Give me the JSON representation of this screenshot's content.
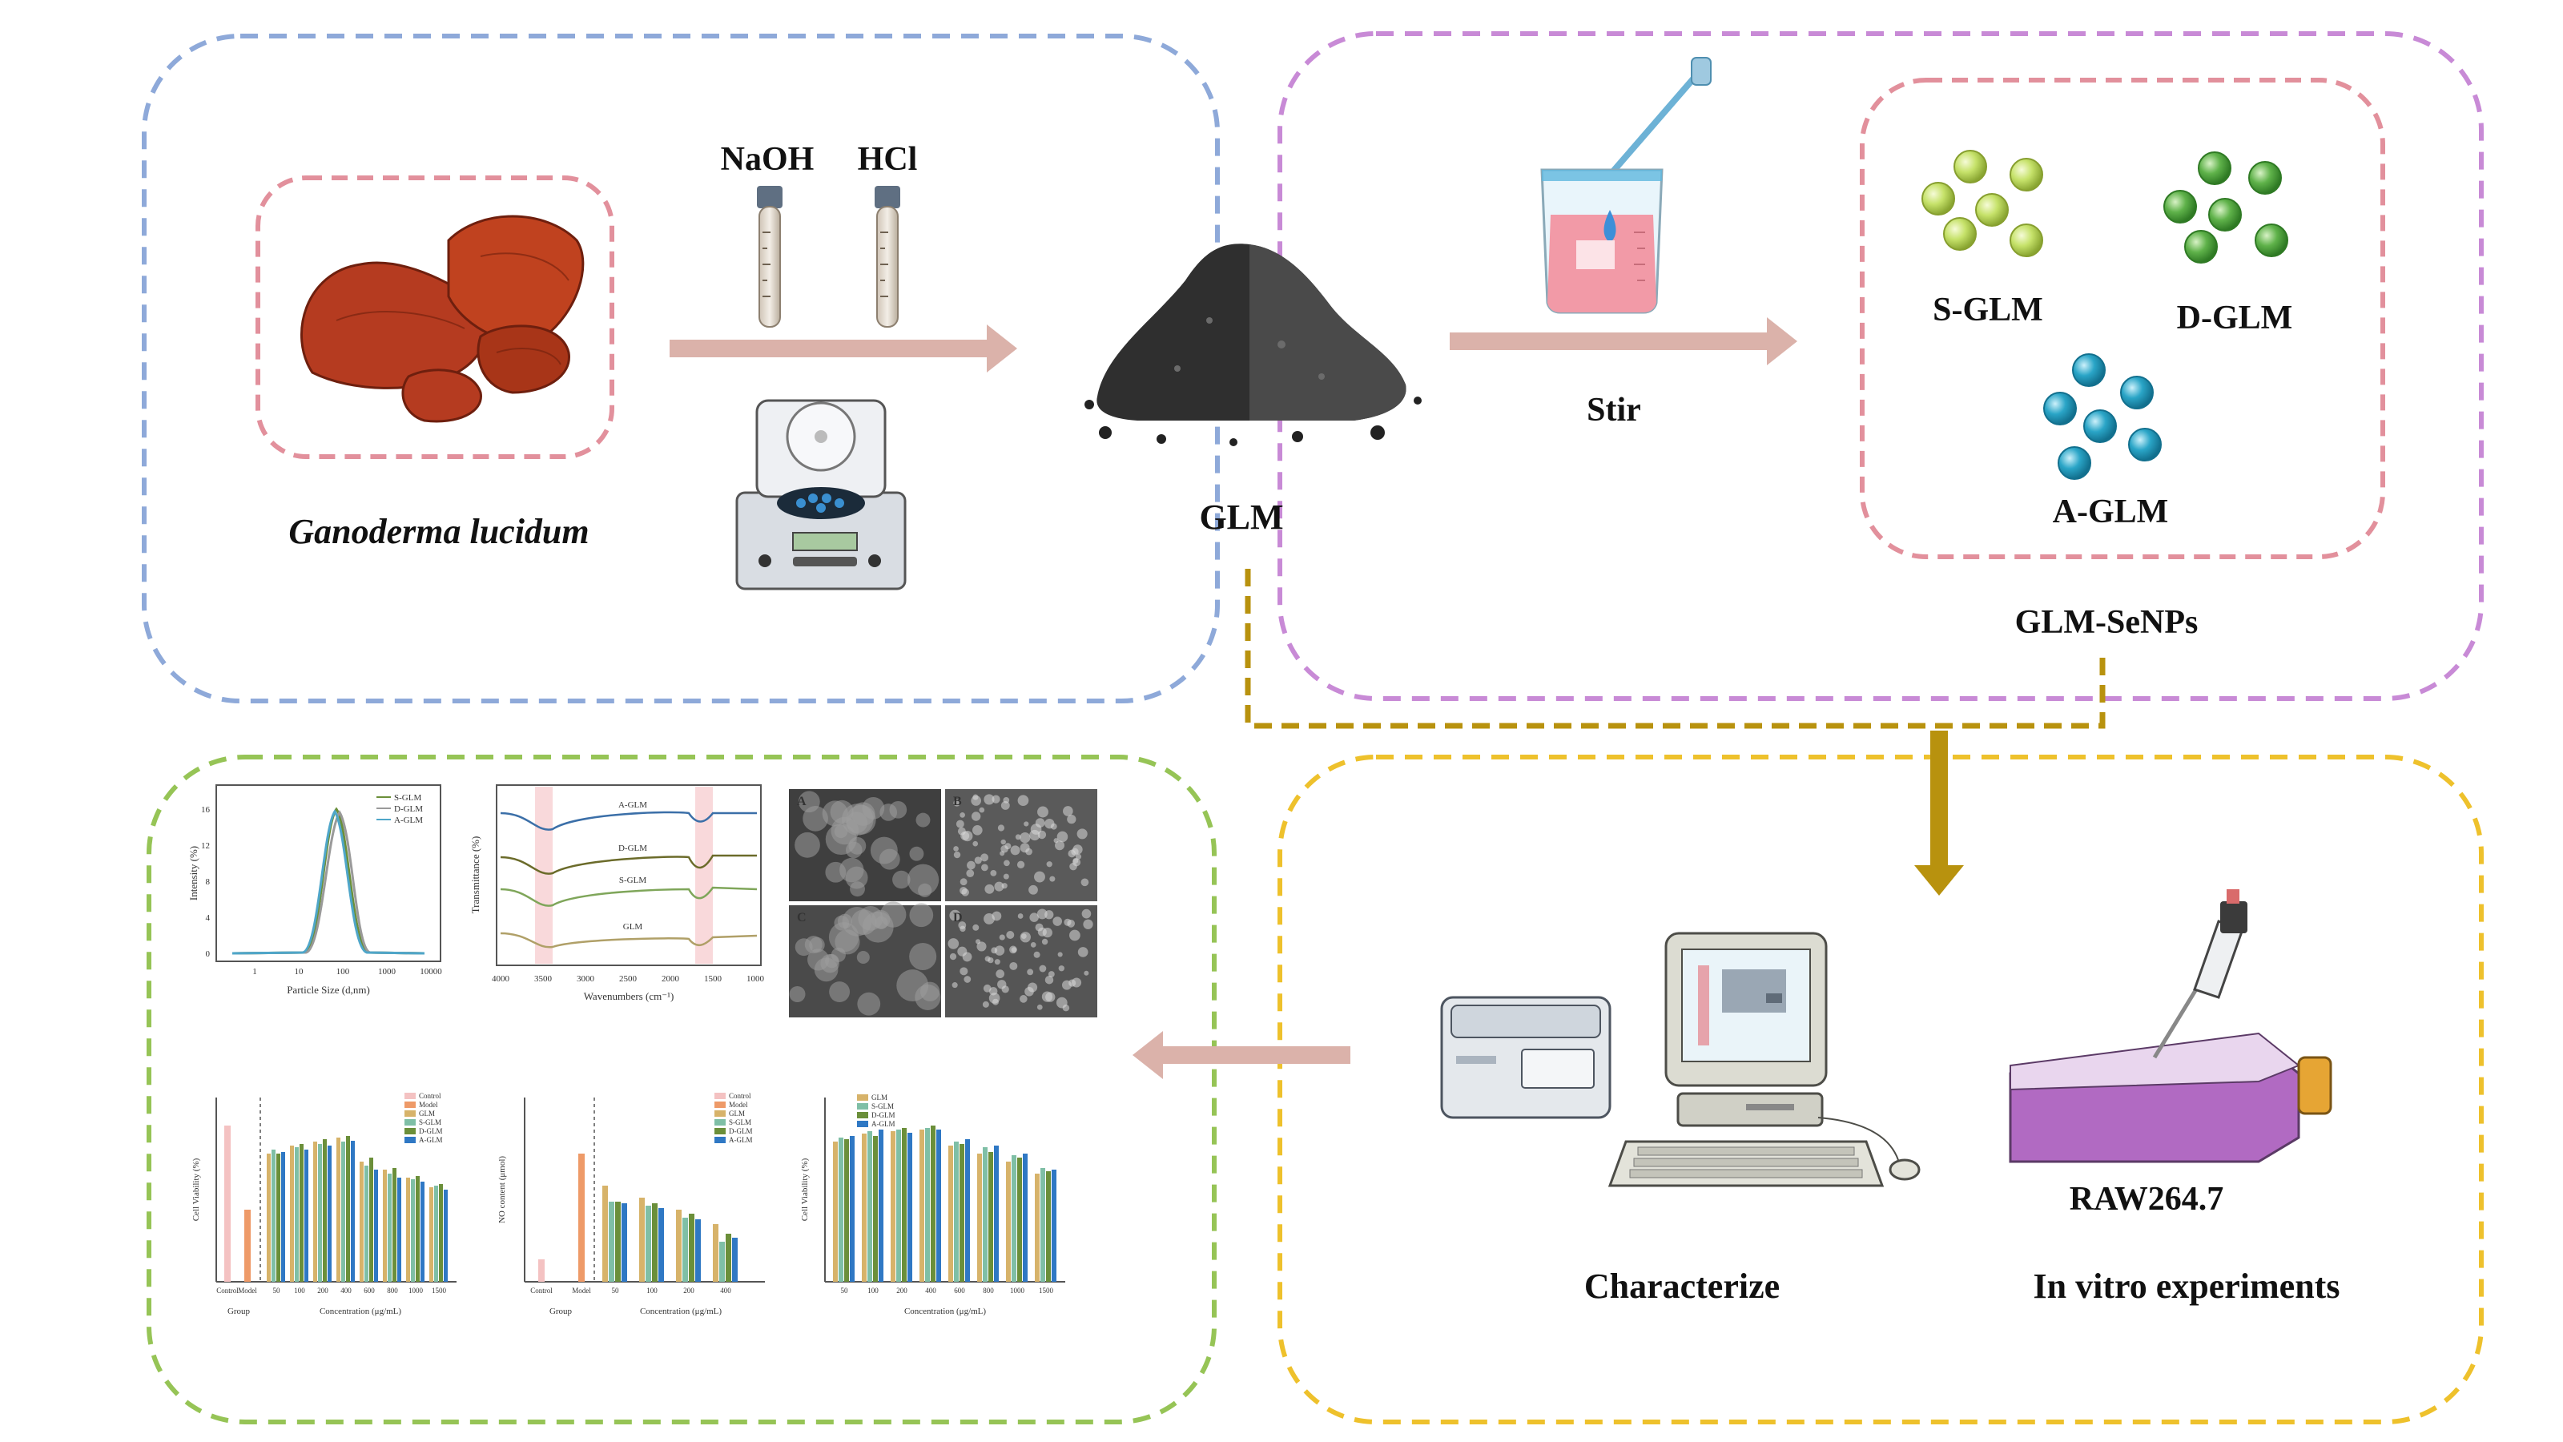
{
  "labels": {
    "naoh": "NaOH",
    "hcl": "HCl",
    "mushroom": "Ganoderma lucidum",
    "glm": "GLM",
    "stir": "Stir",
    "s_glm": "S-GLM",
    "d_glm": "D-GLM",
    "a_glm": "A-GLM",
    "glm_senps": "GLM-SeNPs",
    "characterize": "Characterize",
    "raw": "RAW264.7",
    "invitro": "In vitro experiments"
  },
  "colors": {
    "box_blue": "#8ea9d9",
    "box_purple": "#c88ad6",
    "box_pink": "#e2909c",
    "box_green": "#96c456",
    "box_yellow": "#eec12c",
    "connector_gold": "#b8920e",
    "arrow_pink": "#dbb2aa",
    "s_glm": "#c6e26a",
    "d_glm": "#5fb24a",
    "a_glm": "#2aa5c7"
  },
  "dls": {
    "ylabel": "Intensity (%)",
    "xlabel": "Particle Size (d,nm)",
    "yticks": [
      "0",
      "4",
      "8",
      "12",
      "16"
    ],
    "xticks": [
      "1",
      "10",
      "100",
      "1000",
      "10000"
    ],
    "legend": [
      "S-GLM",
      "D-GLM",
      "A-GLM"
    ]
  },
  "ftir": {
    "ylabel": "Transmittance (%)",
    "xlabel": "Wavenumbers (cm⁻¹)",
    "xticks": [
      "4000",
      "3500",
      "3000",
      "2500",
      "2000",
      "1500",
      "1000"
    ],
    "series": [
      "A-GLM",
      "D-GLM",
      "S-GLM",
      "GLM"
    ]
  },
  "sem": {
    "panels": [
      "A",
      "B",
      "C",
      "D"
    ]
  },
  "viability": {
    "ylabel": "Cell Viability (%)",
    "xlabel_group": "Group",
    "xlabel_conc": "Concentration (μg/mL)",
    "group_ticks": [
      "Control",
      "Model"
    ],
    "conc_ticks": [
      "50",
      "100",
      "200",
      "400",
      "600",
      "800",
      "1000",
      "1500"
    ],
    "legend": [
      "Control",
      "Model",
      "GLM",
      "S-GLM",
      "D-GLM",
      "A-GLM"
    ]
  },
  "no_content": {
    "ylabel": "NO content (μmol)",
    "xlabel_group": "Group",
    "xlabel_conc": "Concentration (μg/mL)",
    "group_ticks": [
      "Control",
      "Model"
    ],
    "conc_ticks": [
      "50",
      "100",
      "200",
      "400"
    ],
    "legend": [
      "Control",
      "Model",
      "GLM",
      "S-GLM",
      "D-GLM",
      "A-GLM"
    ]
  },
  "viability2": {
    "ylabel": "Cell Viability (%)",
    "xlabel": "Concentration (μg/mL)",
    "conc_ticks": [
      "50",
      "100",
      "200",
      "400",
      "600",
      "800",
      "1000",
      "1500"
    ],
    "legend": [
      "GLM",
      "S-GLM",
      "D-GLM",
      "A-GLM"
    ]
  }
}
